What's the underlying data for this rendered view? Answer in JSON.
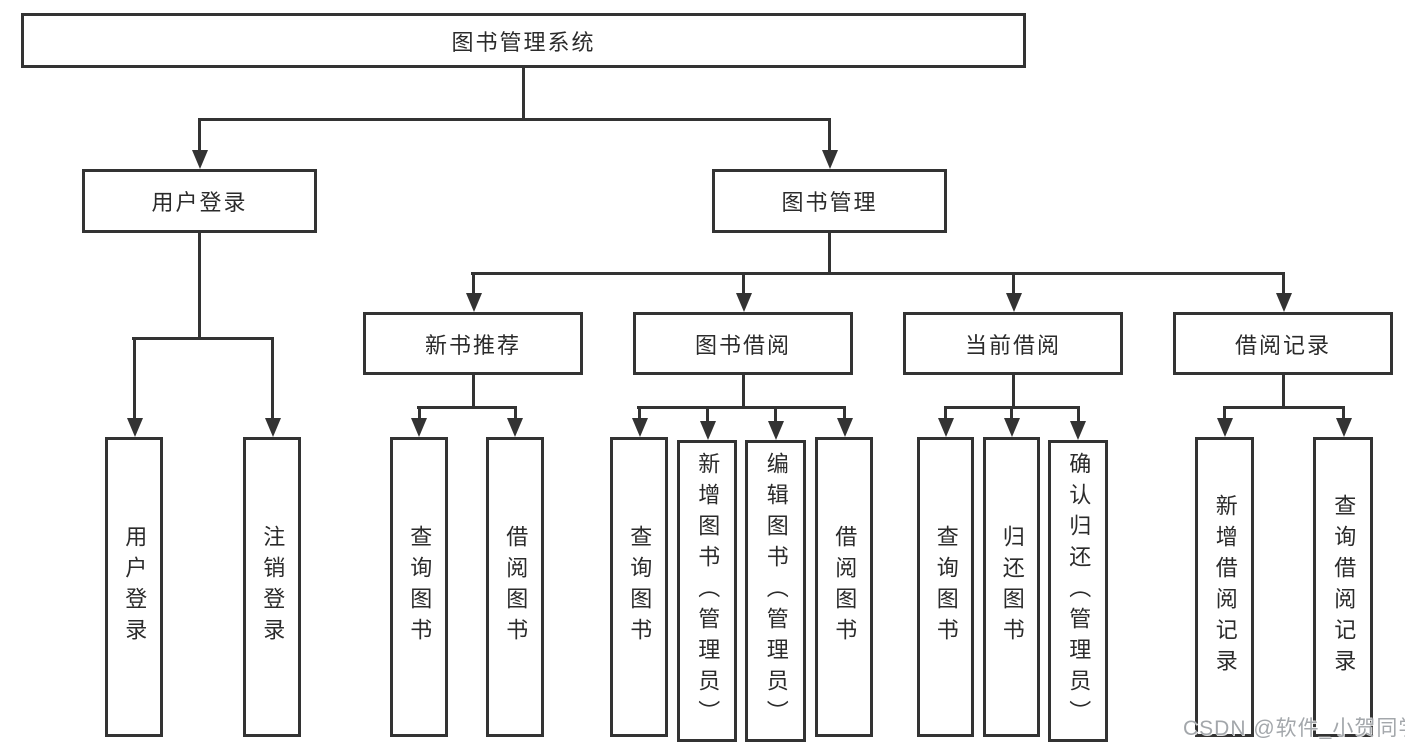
{
  "diagram": {
    "title": "图书管理系统",
    "type": "hierarchy-tree",
    "nodes": {
      "root": "图书管理系统",
      "user_login": "用户登录",
      "book_mgmt": "图书管理",
      "new_book_rec": "新书推荐",
      "book_borrow": "图书借阅",
      "current_borrow": "当前借阅",
      "borrow_record": "借阅记录",
      "leaf_user_login": "用户登录",
      "leaf_logout": "注销登录",
      "leaf_query_book_1": "查询图书",
      "leaf_borrow_book_1": "借阅图书",
      "leaf_query_book_2": "查询图书",
      "leaf_add_book": "新增图书（管理员）",
      "leaf_edit_book": "编辑图书（管理员）",
      "leaf_borrow_book_2": "借阅图书",
      "leaf_query_book_3": "查询图书",
      "leaf_return_book": "归还图书",
      "leaf_confirm_return": "确认归还（管理员）",
      "leaf_add_record": "新增借阅记录",
      "leaf_query_record": "查询借阅记录"
    },
    "edges": [
      [
        "图书管理系统",
        "用户登录"
      ],
      [
        "图书管理系统",
        "图书管理"
      ],
      [
        "用户登录",
        "用户登录(叶)"
      ],
      [
        "用户登录",
        "注销登录"
      ],
      [
        "图书管理",
        "新书推荐"
      ],
      [
        "图书管理",
        "图书借阅"
      ],
      [
        "图书管理",
        "当前借阅"
      ],
      [
        "图书管理",
        "借阅记录"
      ],
      [
        "新书推荐",
        "查询图书"
      ],
      [
        "新书推荐",
        "借阅图书"
      ],
      [
        "图书借阅",
        "查询图书"
      ],
      [
        "图书借阅",
        "新增图书（管理员）"
      ],
      [
        "图书借阅",
        "编辑图书（管理员）"
      ],
      [
        "图书借阅",
        "借阅图书"
      ],
      [
        "当前借阅",
        "查询图书"
      ],
      [
        "当前借阅",
        "归还图书"
      ],
      [
        "当前借阅",
        "确认归还（管理员）"
      ],
      [
        "借阅记录",
        "新增借阅记录"
      ],
      [
        "借阅记录",
        "查询借阅记录"
      ]
    ],
    "style": {
      "line_color": "#333333",
      "box_background": "#ffffff",
      "text_color": "#2b2b2b",
      "watermark_color": "#a3a7ab"
    }
  },
  "watermark": {
    "text": "CSDN @软件_小贺同学"
  }
}
